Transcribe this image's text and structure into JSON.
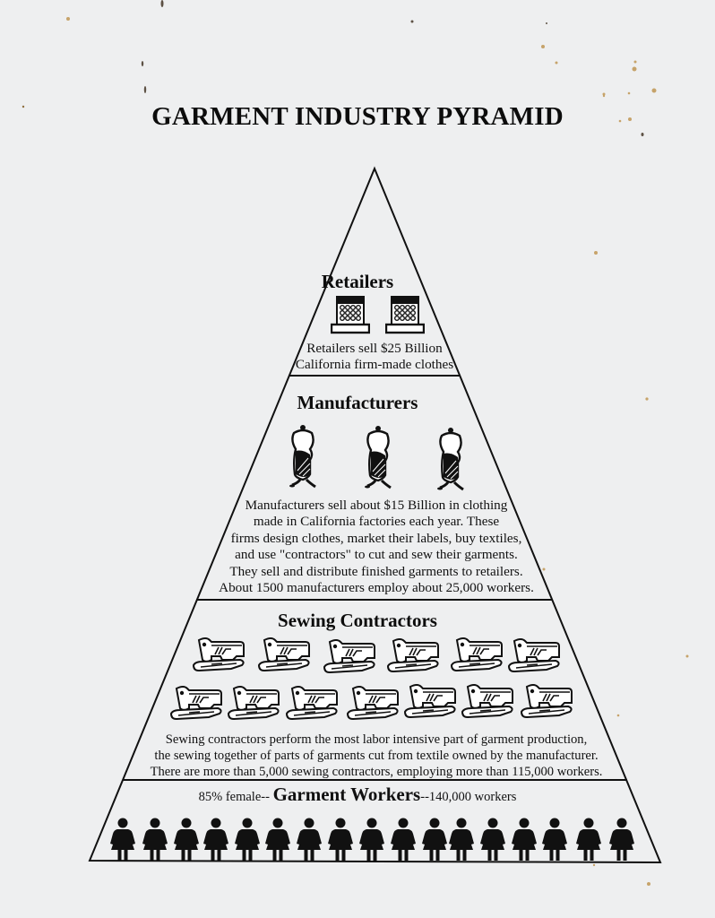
{
  "document": {
    "title": "GARMENT INDUSTRY PYRAMID",
    "background_color": "#eeeff0",
    "ink_color": "#111111"
  },
  "pyramid": {
    "tiers": [
      {
        "name": "Retailers",
        "icon": "cash-register-icon",
        "icon_count": 2,
        "description_lines": [
          "Retailers sell $25 Billion",
          "California firm-made clothes"
        ]
      },
      {
        "name": "Manufacturers",
        "icon": "dress-form-mannequin-icon",
        "icon_count": 3,
        "description_lines": [
          "Manufacturers sell about $15 Billion in clothing",
          "made in California factories each year.  These",
          "firms design clothes, market their labels, buy textiles,",
          "and use \"contractors\" to cut and sew their garments.",
          "They sell and distribute finished garments to retailers.",
          "About 1500 manufacturers employ about 25,000 workers."
        ]
      },
      {
        "name": "Sewing Contractors",
        "icon": "sewing-machine-icon",
        "icon_rows": [
          6,
          7
        ],
        "icon_count": 13,
        "description_lines": [
          "Sewing contractors perform the most labor intensive part of garment production,",
          "the sewing together of parts of garments cut from textile owned by the manufacturer.",
          "There are more than 5,000 sewing contractors, employing more than 115,000 workers."
        ]
      },
      {
        "name": "Garment Workers",
        "prefix": "85% female--",
        "suffix": "--140,000 workers",
        "icon": "female-worker-icon",
        "icon_count": 17
      }
    ]
  }
}
